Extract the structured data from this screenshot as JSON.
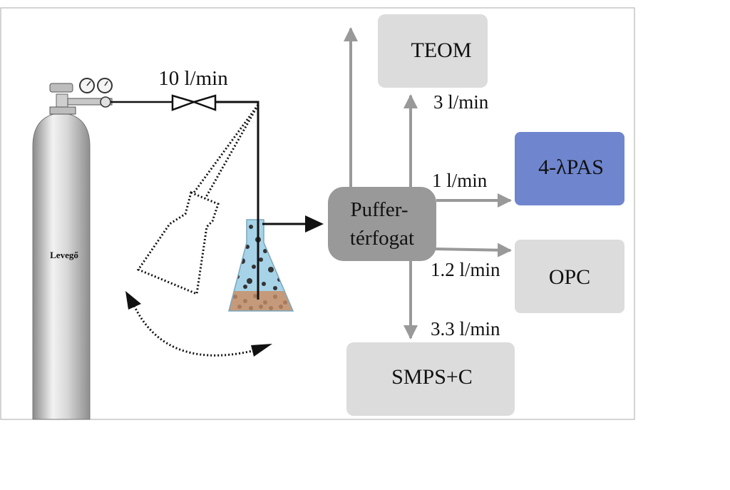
{
  "cylinder": {
    "label": "Levegő"
  },
  "flows": {
    "main": "10 l/min",
    "teom": "3 l/min",
    "pas": "1 l/min",
    "opc": "1.2 l/min",
    "smps": "3.3 l/min"
  },
  "buffer": {
    "line1": "Puffer-",
    "line2": "térfogat"
  },
  "instruments": {
    "teom": "TEOM",
    "pas": "4-λPAS",
    "opc": "OPC",
    "smps": "SMPS+C"
  },
  "colors": {
    "box_gray": "#dcdcdc",
    "buffer_gray": "#999999",
    "pas_blue": "#6f86cf",
    "arrow_gray": "#999999",
    "line_black": "#111111",
    "liquid_blue": "#a7d3e8",
    "sediment": "#c59a7a"
  }
}
